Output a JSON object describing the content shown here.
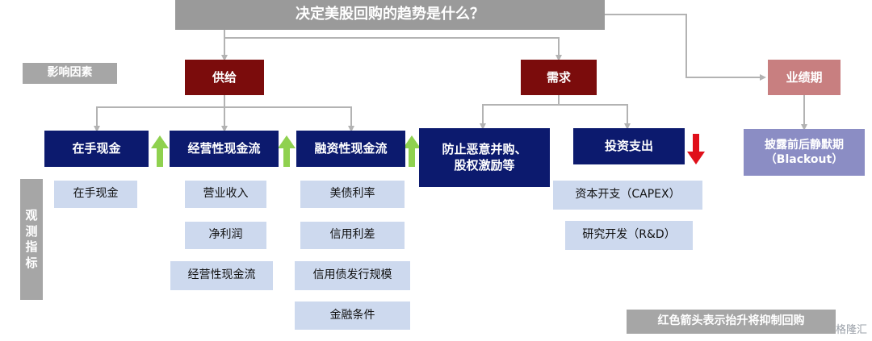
{
  "title": "决定美股回购的趋势是什么？",
  "factor_label": "影响因素",
  "indicator_label_chars": [
    "观",
    "测",
    "指",
    "标"
  ],
  "supply": {
    "label": "供给",
    "categories": [
      {
        "label": "在手现金",
        "arrow": "up",
        "indicators": [
          "在手现金"
        ]
      },
      {
        "label": "经营性现金流",
        "arrow": "up",
        "indicators": [
          "营业收入",
          "净利润",
          "经营性现金流"
        ]
      },
      {
        "label": "融资性现金流",
        "arrow": "up",
        "indicators": [
          "美债利率",
          "信用利差",
          "信用债发行规模",
          "金融条件"
        ]
      }
    ]
  },
  "demand": {
    "label": "需求",
    "categories": [
      {
        "label_lines": [
          "防止恶意并购、",
          "股权激励等"
        ]
      },
      {
        "label": "投资支出",
        "arrow": "down",
        "indicators": [
          "资本开支（CAPEX）",
          "研究开发（R&D）"
        ]
      }
    ]
  },
  "earnings_period": {
    "label": "业绩期",
    "child_lines": [
      "披露前后静默期",
      "（Blackout）"
    ]
  },
  "note": "红色箭头表示抬升将抑制回购",
  "watermark": "格隆汇",
  "colors": {
    "connector": "#b3b3b3",
    "up_arrow": "#8fd14f",
    "down_arrow": "#e0101a",
    "navy": "#0c1a6e",
    "dark_red": "#7b0c0c"
  }
}
